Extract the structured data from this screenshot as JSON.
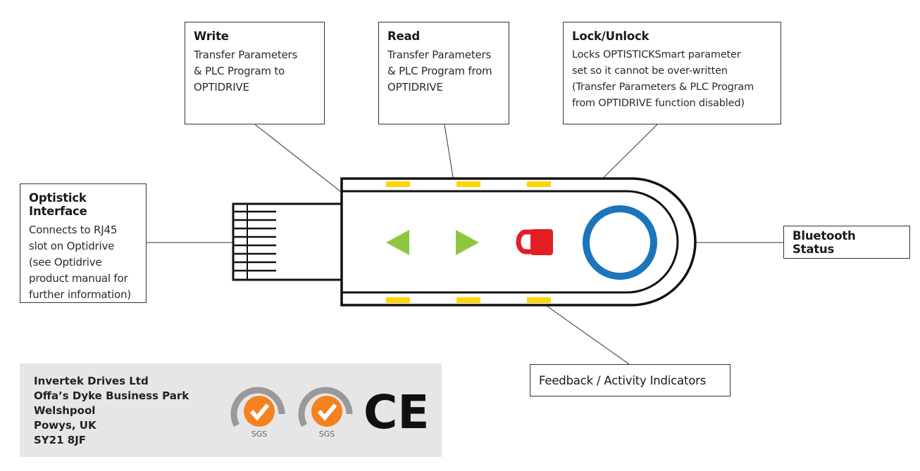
{
  "callouts": {
    "write": {
      "title": "Write",
      "body": [
        "Transfer Parameters",
        "& PLC Program to",
        "OPTIDRIVE"
      ]
    },
    "read": {
      "title": "Read",
      "body": [
        "Transfer Parameters",
        "& PLC Program from",
        "OPTIDRIVE"
      ]
    },
    "lock": {
      "title": "Lock/Unlock",
      "body": [
        "Locks OPTISTICKSmart parameter",
        "set so it cannot be over-written",
        "(Transfer Parameters & PLC Program",
        "from OPTIDRIVE function disabled)"
      ]
    },
    "interface": {
      "title": "Optistick Interface",
      "body": [
        "Connects to RJ45",
        "slot on Optidrive",
        "(see Optidrive",
        "product manual for",
        "further information)"
      ]
    },
    "bluetooth": {
      "title": "Bluetooth Status"
    },
    "feedback": {
      "title": "Feedback / Activity Indicators"
    }
  },
  "footer": {
    "address": [
      "Invertek Drives Ltd",
      "Offa’s Dyke Business Park",
      "Welshpool",
      "Powys, UK",
      "SY21 8JF"
    ],
    "cert_text": "SGS",
    "ce_mark": "CE"
  },
  "colors": {
    "green": "#8dc63f",
    "red": "#e31e24",
    "blue": "#1b75bc",
    "yellow": "#ffd400",
    "orange": "#f58220",
    "outline": "#111111"
  },
  "icons": [
    "write-arrow-icon",
    "read-arrow-icon",
    "padlock-icon",
    "bluetooth-ring-icon",
    "iso-certification-icon",
    "ce-mark-icon"
  ]
}
